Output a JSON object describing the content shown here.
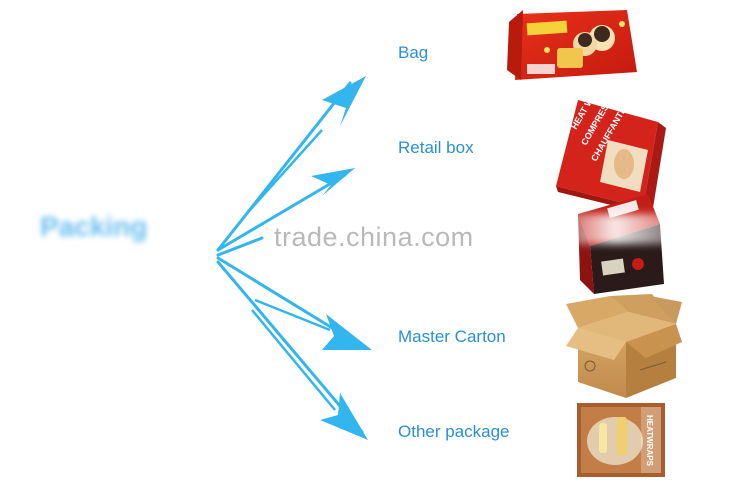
{
  "heading_obscured": "Packing",
  "watermark": "trade.china.com",
  "branches": [
    {
      "label": "Bag",
      "image": "snack-bag"
    },
    {
      "label": "Retail box",
      "image": "heat-wrap-retail-box"
    },
    {
      "label": "",
      "image": "printed-box"
    },
    {
      "label": "Master Carton",
      "image": "cardboard-carton"
    },
    {
      "label": "Other package",
      "image": "blister-package"
    }
  ],
  "product_text": {
    "retail_box_line1": "HEAT WRAP",
    "retail_box_line2": "COMPRESSE",
    "retail_box_line3": "CHAUFFANTE",
    "blister_text": "HEATWRAPS"
  },
  "colors": {
    "arrow": "#33b5ee",
    "label": "#2b8fd6",
    "watermark": "#b9b9b9",
    "carton": "#c99a5e"
  }
}
